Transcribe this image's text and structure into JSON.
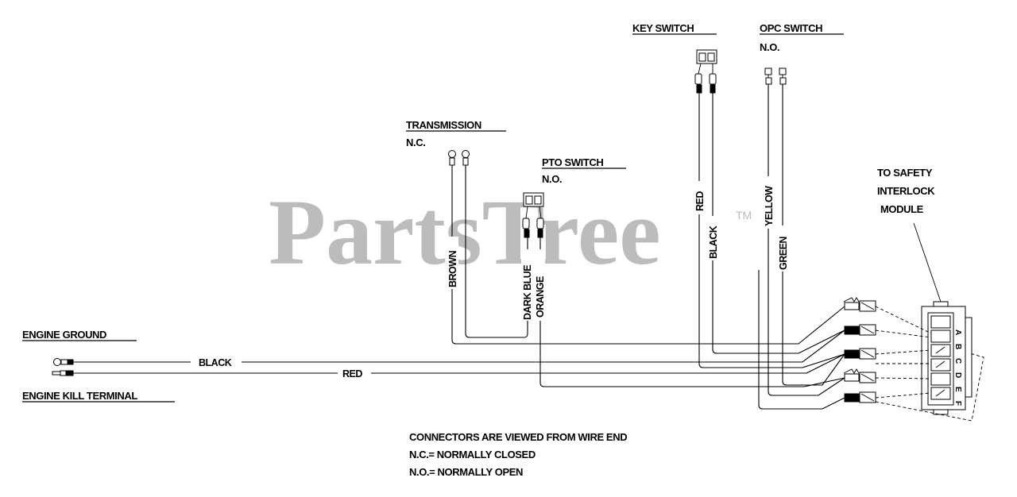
{
  "watermark": {
    "brand": "PartsTree",
    "trademark": "TM"
  },
  "components": {
    "key_switch": {
      "title": "KEY SWITCH"
    },
    "opc_switch": {
      "title": "OPC SWITCH",
      "type": "N.O."
    },
    "transmission": {
      "title": "TRANSMISSION",
      "type": "N.C."
    },
    "pto_switch": {
      "title": "PTO SWITCH",
      "type": "N.O."
    },
    "safety_module": {
      "line1": "TO SAFETY",
      "line2": "INTERLOCK",
      "line3": "MODULE"
    },
    "engine_ground": {
      "title": "ENGINE GROUND"
    },
    "engine_kill": {
      "title": "ENGINE KILL TERMINAL"
    }
  },
  "wires": {
    "black_ground": "BLACK",
    "red_kill": "RED",
    "brown": "BROWN",
    "dark_blue": "DARK BLUE",
    "orange": "ORANGE",
    "red_key": "RED",
    "black_key": "BLACK",
    "yellow": "YELLOW",
    "green": "GREEN"
  },
  "module_pins": [
    "A",
    "B",
    "C",
    "D",
    "E",
    "F"
  ],
  "notes": {
    "line1": "CONNECTORS ARE VIEWED FROM WIRE END",
    "line2": "N.C.= NORMALLY CLOSED",
    "line3": "N.O.= NORMALLY OPEN"
  }
}
